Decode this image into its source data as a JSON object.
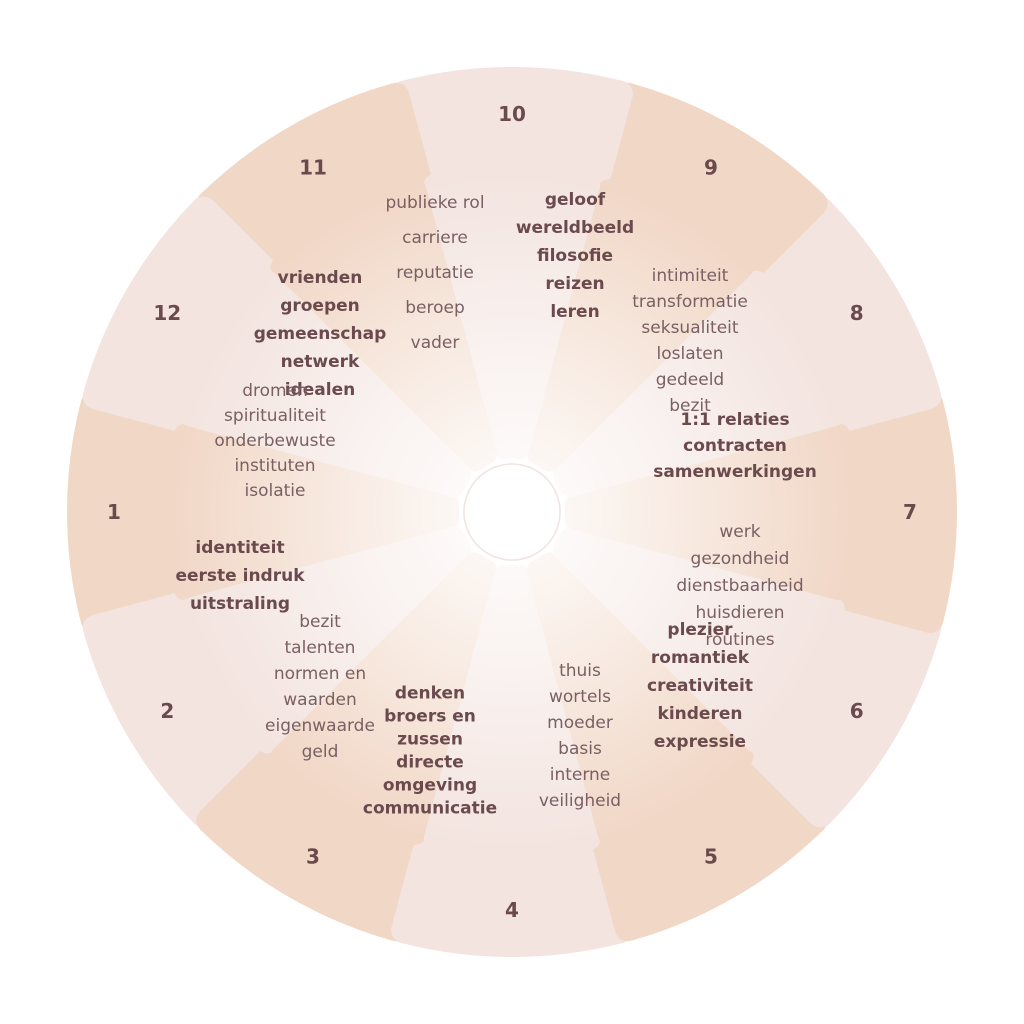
{
  "colors": {
    "petal_dark": "#f1d7c6",
    "petal_light": "#f3e4df",
    "ring": "#ffffff",
    "text": "#6b4a4e"
  },
  "houses": [
    {
      "number": "1",
      "shade": "dark",
      "bold": true,
      "keywords": [
        "identiteit",
        "eerste indruk",
        "uitstraling"
      ]
    },
    {
      "number": "2",
      "shade": "light",
      "bold": false,
      "keywords": [
        "bezit",
        "talenten",
        "normen en",
        "waarden",
        "eigenwaarde",
        "geld"
      ]
    },
    {
      "number": "3",
      "shade": "dark",
      "bold": true,
      "keywords": [
        "denken",
        "broers en",
        "zussen",
        "directe",
        "omgeving",
        "communicatie"
      ]
    },
    {
      "number": "4",
      "shade": "light",
      "bold": false,
      "keywords": [
        "thuis",
        "wortels",
        "moeder",
        "basis",
        "interne",
        "veiligheid"
      ]
    },
    {
      "number": "5",
      "shade": "dark",
      "bold": true,
      "keywords": [
        "plezier",
        "romantiek",
        "creativiteit",
        "kinderen",
        "expressie"
      ]
    },
    {
      "number": "6",
      "shade": "light",
      "bold": false,
      "keywords": [
        "werk",
        "gezondheid",
        "dienstbaarheid",
        "huisdieren",
        "routines"
      ]
    },
    {
      "number": "7",
      "shade": "dark",
      "bold": true,
      "keywords": [
        "1:1 relaties",
        "contracten",
        "samenwerkingen"
      ]
    },
    {
      "number": "8",
      "shade": "light",
      "bold": false,
      "keywords": [
        "intimiteit",
        "transformatie",
        "seksualiteit",
        "loslaten",
        "gedeeld",
        "bezit"
      ]
    },
    {
      "number": "9",
      "shade": "dark",
      "bold": true,
      "keywords": [
        "geloof",
        "wereldbeeld",
        "filosofie",
        "reizen",
        "leren"
      ]
    },
    {
      "number": "10",
      "shade": "light",
      "bold": false,
      "keywords": [
        "publieke rol",
        "carriere",
        "reputatie",
        "beroep",
        "vader"
      ]
    },
    {
      "number": "11",
      "shade": "dark",
      "bold": true,
      "keywords": [
        "vrienden",
        "groepen",
        "gemeenschap",
        "netwerk",
        "idealen"
      ]
    },
    {
      "number": "12",
      "shade": "light",
      "bold": false,
      "keywords": [
        "dromen",
        "spiritualiteit",
        "onderbewuste",
        "instituten",
        "isolatie"
      ]
    }
  ]
}
